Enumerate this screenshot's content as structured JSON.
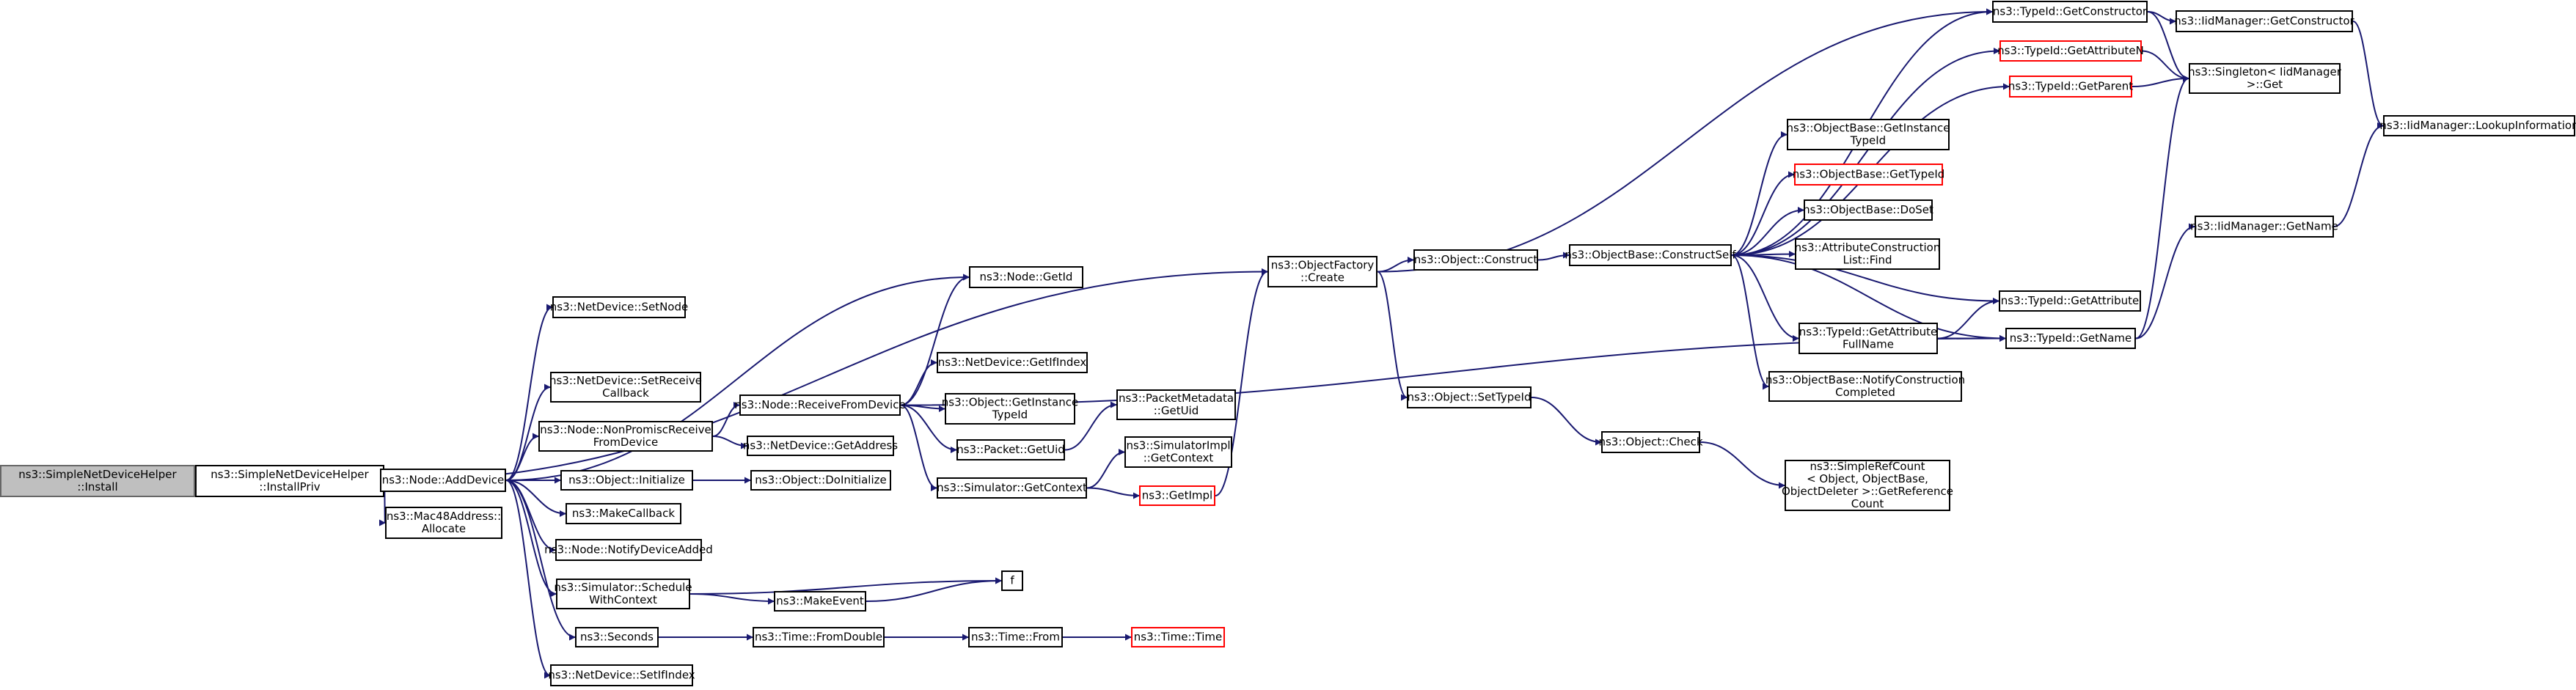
{
  "graph": {
    "colors": {
      "edge": "#191970",
      "node_border": "#000000",
      "truncated_border": "#ff0000",
      "root_fill": "#bfbfbf"
    },
    "nodes": [
      {
        "id": "install",
        "lines": [
          "ns3::SimpleNetDeviceHelper",
          "::Install"
        ],
        "kind": "root"
      },
      {
        "id": "installpriv",
        "lines": [
          "ns3::SimpleNetDeviceHelper",
          "::InstallPriv"
        ]
      },
      {
        "id": "adddevice",
        "lines": [
          "ns3::Node::AddDevice"
        ]
      },
      {
        "id": "mac48",
        "lines": [
          "ns3::Mac48Address::",
          "Allocate"
        ]
      },
      {
        "id": "ndsetnode",
        "lines": [
          "ns3::NetDevice::SetNode"
        ]
      },
      {
        "id": "ndsetrecv",
        "lines": [
          "ns3::NetDevice::SetReceive",
          "Callback"
        ]
      },
      {
        "id": "nodenonprom",
        "lines": [
          "ns3::Node::NonPromiscReceive",
          "FromDevice"
        ]
      },
      {
        "id": "objinit",
        "lines": [
          "ns3::Object::Initialize"
        ]
      },
      {
        "id": "makecallback",
        "lines": [
          "ns3::MakeCallback"
        ]
      },
      {
        "id": "notifydev",
        "lines": [
          "ns3::Node::NotifyDeviceAdded"
        ]
      },
      {
        "id": "simsched",
        "lines": [
          "ns3::Simulator::Schedule",
          "WithContext"
        ]
      },
      {
        "id": "seconds",
        "lines": [
          "ns3::Seconds"
        ]
      },
      {
        "id": "ndsetifindex",
        "lines": [
          "ns3::NetDevice::SetIfIndex"
        ]
      },
      {
        "id": "noderecv",
        "lines": [
          "ns3::Node::ReceiveFromDevice"
        ]
      },
      {
        "id": "ndgetaddr",
        "lines": [
          "ns3::NetDevice::GetAddress"
        ]
      },
      {
        "id": "objdoinit",
        "lines": [
          "ns3::Object::DoInitialize"
        ]
      },
      {
        "id": "makeevent",
        "lines": [
          "ns3::MakeEvent"
        ]
      },
      {
        "id": "f",
        "lines": [
          "f"
        ]
      },
      {
        "id": "fromdouble",
        "lines": [
          "ns3::Time::FromDouble"
        ]
      },
      {
        "id": "timefrom",
        "lines": [
          "ns3::Time::From"
        ]
      },
      {
        "id": "timetime",
        "lines": [
          "ns3::Time::Time"
        ],
        "kind": "truncated"
      },
      {
        "id": "nodegetid",
        "lines": [
          "ns3::Node::GetId"
        ]
      },
      {
        "id": "ndgetifindex",
        "lines": [
          "ns3::NetDevice::GetIfIndex"
        ]
      },
      {
        "id": "objgetinst",
        "lines": [
          "ns3::Object::GetInstance",
          "TypeId"
        ]
      },
      {
        "id": "pktgetuid",
        "lines": [
          "ns3::Packet::GetUid"
        ]
      },
      {
        "id": "simgetctx",
        "lines": [
          "ns3::Simulator::GetContext"
        ]
      },
      {
        "id": "pktmetauid",
        "lines": [
          "ns3::PacketMetadata",
          "::GetUid"
        ]
      },
      {
        "id": "simimplctx",
        "lines": [
          "ns3::SimulatorImpl",
          "::GetContext"
        ]
      },
      {
        "id": "getimpl",
        "lines": [
          "ns3::GetImpl"
        ],
        "kind": "truncated"
      },
      {
        "id": "objfactory",
        "lines": [
          "ns3::ObjectFactory",
          "::Create"
        ]
      },
      {
        "id": "objconstruct",
        "lines": [
          "ns3::Object::Construct"
        ]
      },
      {
        "id": "objsettype",
        "lines": [
          "ns3::Object::SetTypeId"
        ]
      },
      {
        "id": "objcheck",
        "lines": [
          "ns3::Object::Check"
        ]
      },
      {
        "id": "simplerefcount",
        "lines": [
          "ns3::SimpleRefCount",
          "< Object, ObjectBase,",
          "ObjectDeleter >::GetReference",
          "Count"
        ]
      },
      {
        "id": "constructself",
        "lines": [
          "ns3::ObjectBase::ConstructSelf"
        ]
      },
      {
        "id": "obgetinst",
        "lines": [
          "ns3::ObjectBase::GetInstance",
          "TypeId"
        ]
      },
      {
        "id": "obgettypeid",
        "lines": [
          "ns3::ObjectBase::GetTypeId"
        ],
        "kind": "truncated"
      },
      {
        "id": "obdoset",
        "lines": [
          "ns3::ObjectBase::DoSet"
        ]
      },
      {
        "id": "attrconstr",
        "lines": [
          "ns3::AttributeConstruction",
          "List::Find"
        ]
      },
      {
        "id": "tidgetattrfull",
        "lines": [
          "ns3::TypeId::GetAttribute",
          "FullName"
        ]
      },
      {
        "id": "obnotify",
        "lines": [
          "ns3::ObjectBase::NotifyConstruction",
          "Completed"
        ]
      },
      {
        "id": "tidgetctor",
        "lines": [
          "ns3::TypeId::GetConstructor"
        ]
      },
      {
        "id": "tidgetattrn",
        "lines": [
          "ns3::TypeId::GetAttributeN"
        ],
        "kind": "truncated"
      },
      {
        "id": "tidgetparent",
        "lines": [
          "ns3::TypeId::GetParent"
        ],
        "kind": "truncated"
      },
      {
        "id": "tidgetattr",
        "lines": [
          "ns3::TypeId::GetAttribute"
        ]
      },
      {
        "id": "tidgetname",
        "lines": [
          "ns3::TypeId::GetName"
        ]
      },
      {
        "id": "iidgetctor",
        "lines": [
          "ns3::IidManager::GetConstructor"
        ]
      },
      {
        "id": "singleton",
        "lines": [
          "ns3::Singleton< IidManager",
          ">::Get"
        ]
      },
      {
        "id": "iidgetname",
        "lines": [
          "ns3::IidManager::GetName"
        ]
      },
      {
        "id": "iidlookup",
        "lines": [
          "ns3::IidManager::LookupInformation"
        ]
      }
    ],
    "edges": [
      [
        "install",
        "installpriv"
      ],
      [
        "installpriv",
        "adddevice"
      ],
      [
        "installpriv",
        "mac48"
      ],
      [
        "installpriv",
        "objfactory"
      ],
      [
        "adddevice",
        "ndsetnode"
      ],
      [
        "adddevice",
        "nodegetid"
      ],
      [
        "adddevice",
        "ndsetrecv"
      ],
      [
        "adddevice",
        "nodenonprom"
      ],
      [
        "adddevice",
        "objinit"
      ],
      [
        "adddevice",
        "makecallback"
      ],
      [
        "adddevice",
        "notifydev"
      ],
      [
        "adddevice",
        "simsched"
      ],
      [
        "adddevice",
        "seconds"
      ],
      [
        "adddevice",
        "ndsetifindex"
      ],
      [
        "nodenonprom",
        "noderecv"
      ],
      [
        "nodenonprom",
        "ndgetaddr"
      ],
      [
        "objinit",
        "objdoinit"
      ],
      [
        "simsched",
        "f"
      ],
      [
        "simsched",
        "makeevent"
      ],
      [
        "makeevent",
        "f"
      ],
      [
        "seconds",
        "fromdouble"
      ],
      [
        "fromdouble",
        "timefrom"
      ],
      [
        "timefrom",
        "timetime"
      ],
      [
        "noderecv",
        "nodegetid"
      ],
      [
        "noderecv",
        "ndgetifindex"
      ],
      [
        "noderecv",
        "objgetinst"
      ],
      [
        "noderecv",
        "pktgetuid"
      ],
      [
        "noderecv",
        "simgetctx"
      ],
      [
        "noderecv",
        "tidgetname"
      ],
      [
        "pktgetuid",
        "pktmetauid"
      ],
      [
        "simgetctx",
        "simimplctx"
      ],
      [
        "simgetctx",
        "getimpl"
      ],
      [
        "getimpl",
        "objfactory"
      ],
      [
        "objfactory",
        "objconstruct"
      ],
      [
        "objfactory",
        "objsettype"
      ],
      [
        "objfactory",
        "tidgetctor"
      ],
      [
        "objconstruct",
        "constructself"
      ],
      [
        "objsettype",
        "objcheck"
      ],
      [
        "objcheck",
        "simplerefcount"
      ],
      [
        "constructself",
        "tidgetctor"
      ],
      [
        "constructself",
        "tidgetattrn"
      ],
      [
        "constructself",
        "tidgetparent"
      ],
      [
        "constructself",
        "obgetinst"
      ],
      [
        "constructself",
        "obgettypeid"
      ],
      [
        "constructself",
        "obdoset"
      ],
      [
        "constructself",
        "attrconstr"
      ],
      [
        "constructself",
        "tidgetattr"
      ],
      [
        "constructself",
        "tidgetattrfull"
      ],
      [
        "constructself",
        "obnotify"
      ],
      [
        "constructself",
        "tidgetname"
      ],
      [
        "tidgetattrfull",
        "tidgetattr"
      ],
      [
        "tidgetattrfull",
        "tidgetname"
      ],
      [
        "tidgetctor",
        "iidgetctor"
      ],
      [
        "tidgetctor",
        "singleton"
      ],
      [
        "tidgetattrn",
        "singleton"
      ],
      [
        "tidgetparent",
        "singleton"
      ],
      [
        "tidgetname",
        "singleton"
      ],
      [
        "tidgetname",
        "iidgetname"
      ],
      [
        "iidgetctor",
        "iidlookup"
      ],
      [
        "iidgetname",
        "iidlookup"
      ]
    ]
  }
}
